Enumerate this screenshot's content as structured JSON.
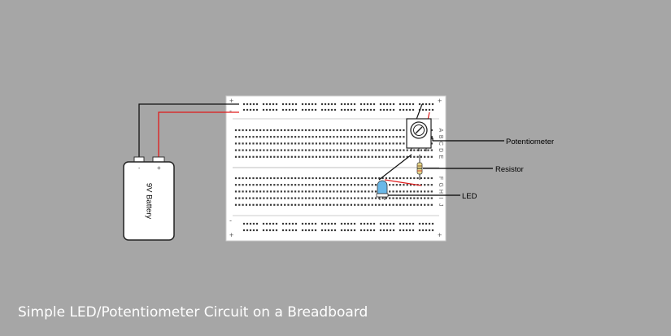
{
  "caption": "Simple LED/Potentiometer Circuit on a Breadboard",
  "battery": {
    "label": "9V Battery",
    "terminal_minus": "-",
    "terminal_plus": "+"
  },
  "callouts": {
    "potentiometer": "Potentiometer",
    "resistor": "Resistor",
    "led": "LED"
  },
  "breadboard": {
    "row_letters_top": [
      "A",
      "B",
      "C",
      "D",
      "E"
    ],
    "row_letters_bottom": [
      "F",
      "G",
      "H",
      "I",
      "J"
    ],
    "rail_plus": "+",
    "rail_minus": "-"
  },
  "colors": {
    "background": "#a6a6a6",
    "wire_red": "#e01b1b",
    "wire_black": "#111111",
    "led": "#6ab8e8",
    "resistor": "#e8d98a"
  }
}
